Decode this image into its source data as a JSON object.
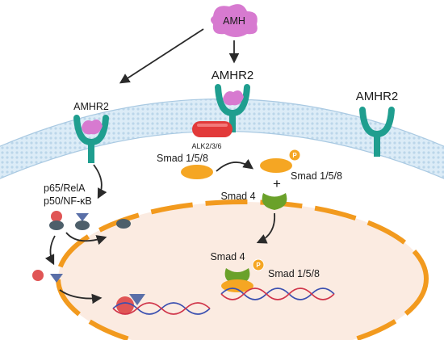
{
  "labels": {
    "amh": "AMH",
    "amhr2_center": "AMHR2",
    "amhr2_left": "AMHR2",
    "amhr2_right": "AMHR2",
    "alk": "ALK2/3/6",
    "smad158_a": "Smad 1/5/8",
    "smad158_b": "Smad 1/5/8",
    "smad4_a": "Smad 4",
    "smad4_b": "Smad 4",
    "smad158_c": "Smad 1/5/8",
    "p65": "p65/RelA",
    "p50": "p50/NF-κB",
    "plus": "+",
    "phospho_a": "P",
    "phospho_b": "P"
  },
  "colors": {
    "amh": "#d77ad0",
    "receptor": "#1f9e8f",
    "alk": "#e23a3a",
    "smad158": "#f5a623",
    "smad4": "#6aa12a",
    "phospho": "#f5a623",
    "membrane": "#cfe4f2",
    "nucleus": "#fbe8dc",
    "nuclear_envelope": "#f29a1e",
    "p65_red": "#e05555",
    "p50_slate": "#4d5f6a",
    "triangle": "#5a6fa8",
    "arrow": "#2a2a2a"
  }
}
